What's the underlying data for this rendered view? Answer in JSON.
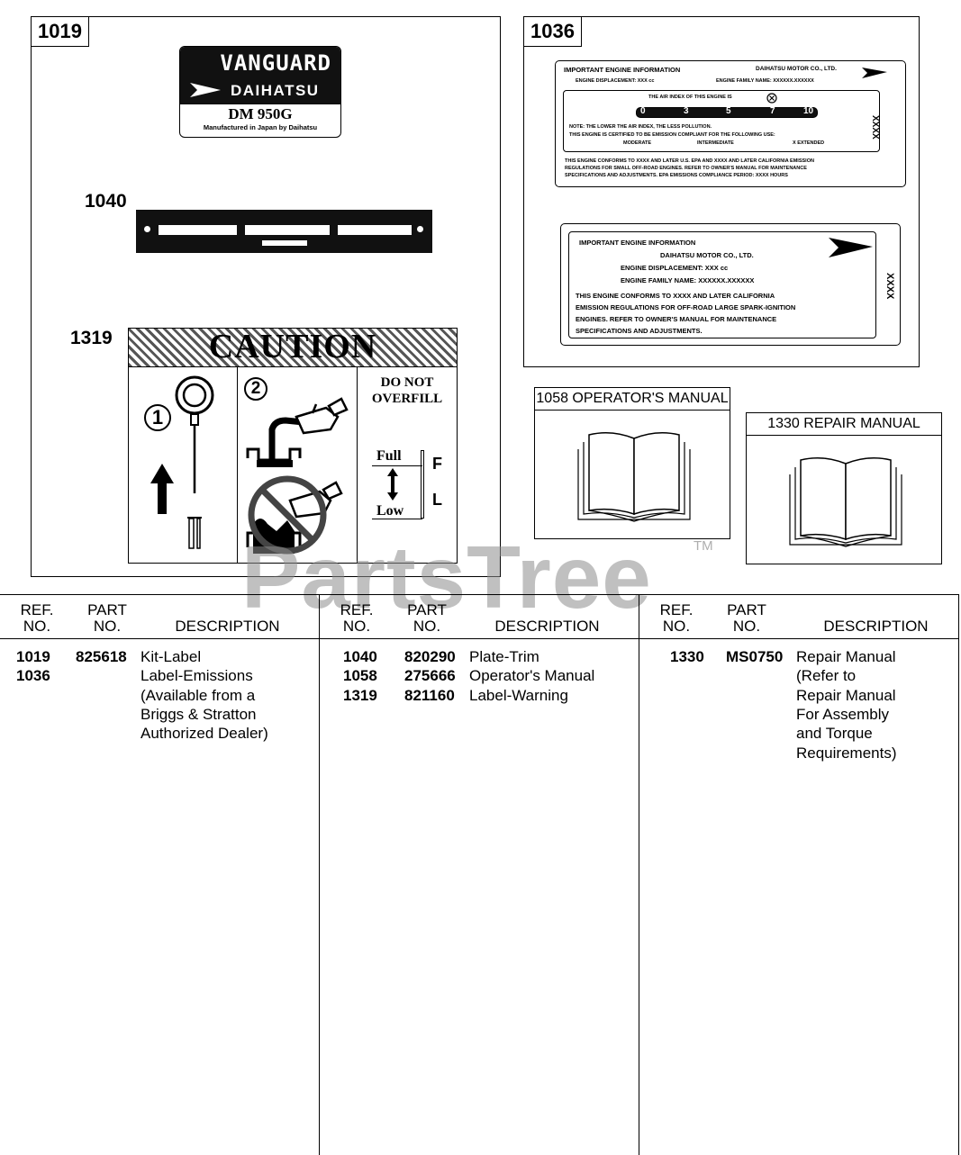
{
  "diagram": {
    "box_1019": {
      "tag": "1019"
    },
    "vanguard_label": {
      "brand": "VANGUARD",
      "maker": "DAIHATSU",
      "model": "DM 950G",
      "made_in": "Manufactured in Japan by Daihatsu"
    },
    "callout_1040": "1040",
    "callout_1319": "1319",
    "caution": {
      "title": "CAUTION",
      "step1": "1",
      "step2": "2",
      "do_not": "DO NOT",
      "overfill": "OVERFILL",
      "full": "Full",
      "low": "Low",
      "f": "F",
      "l": "L"
    },
    "box_1036": {
      "tag": "1036"
    },
    "emission_label_1": {
      "title": "IMPORTANT ENGINE INFORMATION",
      "company": "DAIHATSU MOTOR CO., LTD.",
      "displacement": "ENGINE DISPLACEMENT: XXX cc",
      "family": "ENGINE FAMILY NAME: XXXXXX.XXXXXX",
      "air_index": "THE AIR INDEX OF THIS ENGINE IS",
      "index_marks": [
        "0",
        "3",
        "5",
        "7",
        "10"
      ],
      "note": "NOTE: THE LOWER THE AIR INDEX, THE LESS POLLUTION.",
      "certified": "THIS ENGINE IS CERTIFIED TO BE EMISSION COMPLIANT FOR THE FOLLOWING USE:",
      "uses": [
        "MODERATE",
        "INTERMEDIATE",
        "X EXTENDED"
      ],
      "conforms": "THIS ENGINE CONFORMS TO XXXX AND LATER U.S. EPA AND XXXX AND LATER CALIFORNIA EMISSION",
      "regs": "REGULATIONS FOR SMALL OFF-ROAD ENGINES. REFER TO OWNER'S MANUAL FOR MAINTENANCE",
      "specs": "SPECIFICATIONS AND ADJUSTMENTS. EPA EMISSIONS COMPLIANCE PERIOD: XXXX HOURS",
      "side": "XXXX"
    },
    "emission_label_2": {
      "lines": [
        "IMPORTANT ENGINE INFORMATION",
        "DAIHATSU MOTOR CO., LTD.",
        "ENGINE DISPLACEMENT: XXX cc",
        "ENGINE FAMILY NAME: XXXXXX.XXXXXX",
        "THIS ENGINE CONFORMS TO XXXX AND LATER CALIFORNIA",
        "EMISSION REGULATIONS FOR OFF-ROAD LARGE SPARK-IGNITION",
        "ENGINES. REFER TO OWNER'S MANUAL FOR MAINTENANCE",
        "SPECIFICATIONS AND ADJUSTMENTS."
      ],
      "side": "XXXX"
    },
    "manual_1058": "1058 OPERATOR'S MANUAL",
    "manual_1330": "1330 REPAIR MANUAL",
    "watermark": "PartsTree",
    "trademark": "TM"
  },
  "table": {
    "headers": {
      "ref1": "REF.",
      "ref2": "NO.",
      "part1": "PART",
      "part2": "NO.",
      "desc": "DESCRIPTION"
    },
    "columns": [
      {
        "rows": [
          {
            "ref": "1019",
            "part": "825618",
            "desc": [
              "Kit-Label"
            ]
          },
          {
            "ref": "1036",
            "part": "",
            "desc": [
              "Label-Emissions",
              "(Available from a",
              "Briggs & Stratton",
              "Authorized Dealer)"
            ]
          }
        ]
      },
      {
        "rows": [
          {
            "ref": "1040",
            "part": "820290",
            "desc": [
              "Plate-Trim"
            ]
          },
          {
            "ref": "1058",
            "part": "275666",
            "desc": [
              "Operator's Manual"
            ]
          },
          {
            "ref": "1319",
            "part": "821160",
            "desc": [
              "Label-Warning"
            ]
          }
        ]
      },
      {
        "rows": [
          {
            "ref": "1330",
            "part": "MS0750",
            "desc": [
              "Repair Manual",
              "(Refer to",
              "Repair Manual",
              "For Assembly",
              "and Torque",
              "Requirements)"
            ]
          }
        ]
      }
    ]
  }
}
